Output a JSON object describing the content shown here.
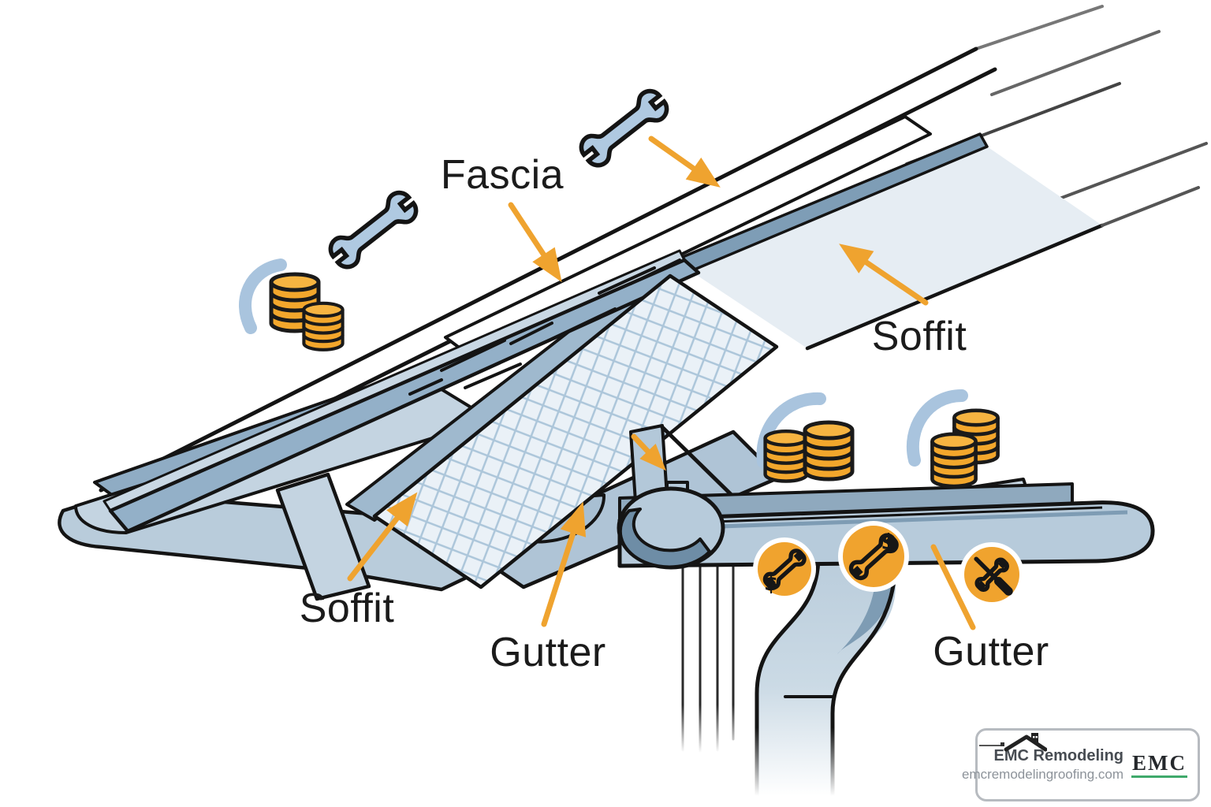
{
  "diagram": {
    "labels": {
      "fascia": "Fascia",
      "soffit_upper": "Soffit",
      "soffit_lower": "Soffit",
      "gutter_left": "Gutter",
      "gutter_right": "Gutter"
    },
    "badge_glyphs": {
      "dollar_small": "$",
      "dollar_large": "$"
    },
    "icons": {
      "wrenches": "wrench-icon",
      "coins": "coin-stack-icon",
      "arcs": "money-arc-icon",
      "badge_wrench_dollar": "wrench-dollar-badge-icon",
      "badge_crossed_tools": "crossed-tools-badge-icon"
    },
    "colors": {
      "accent_orange": "#F0A42C",
      "coin_orange": "#F3A72C",
      "steel_blue": "#AFC9E1",
      "panel_light": "#E6EDF3",
      "outline": "#141414"
    }
  },
  "branding": {
    "company": "EMC Remodeling",
    "website": "emcremodelingroofing.com",
    "logo_text": "EMC"
  }
}
